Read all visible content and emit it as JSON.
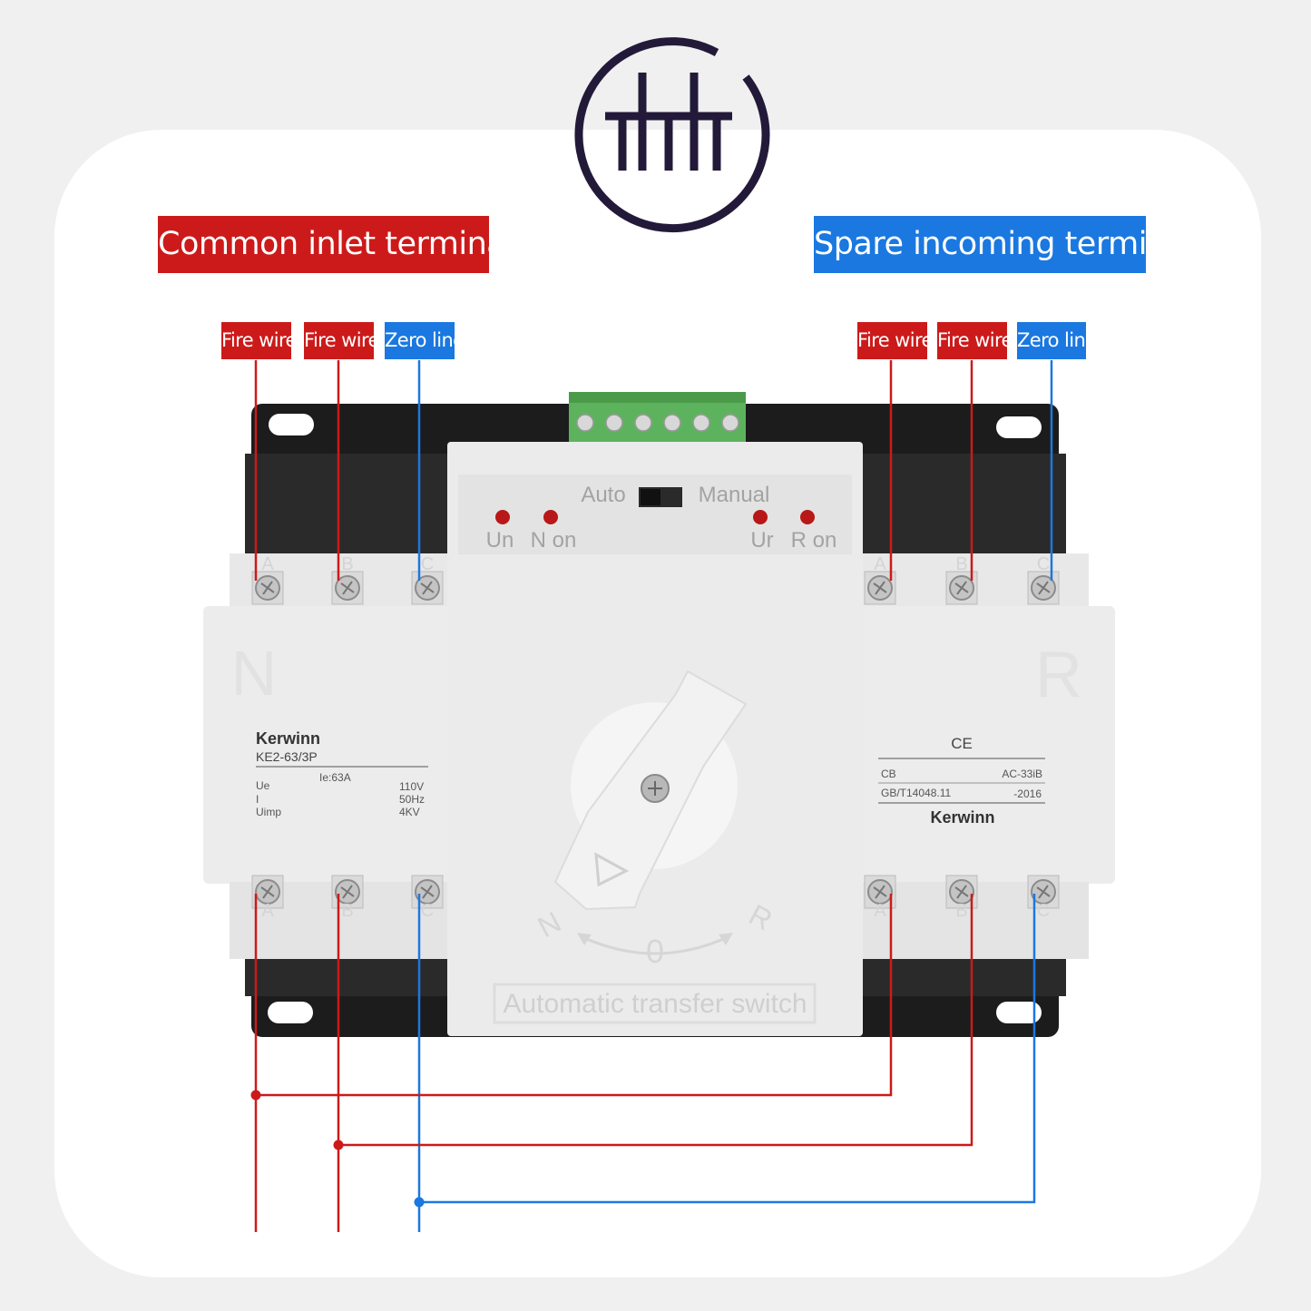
{
  "headers": {
    "common_inlet": "Common inlet terminals",
    "spare_incoming": "Spare incoming terminal"
  },
  "wire_labels": {
    "left": [
      "Fire wire",
      "Fire wire",
      "Zero line"
    ],
    "right": [
      "Fire wire",
      "Fire wire",
      "Zero line"
    ]
  },
  "panel": {
    "auto_label": "Auto",
    "manual_label": "Manual",
    "indicators": [
      "Un",
      "N on",
      "Ur",
      "R on"
    ],
    "side_n": "N",
    "side_r": "R",
    "terminal_letters": [
      "A",
      "B",
      "C"
    ],
    "dial_n": "N",
    "dial_zero": "0",
    "dial_r": "R",
    "caption": "Automatic transfer switch"
  },
  "left_label": {
    "brand": "Kerwinn",
    "model": "KE2-63/3P",
    "rated_current": "Ie:63A",
    "rows": [
      {
        "key": "Ue",
        "value": "110V"
      },
      {
        "key": "I",
        "value": "50Hz"
      },
      {
        "key": "Uimp",
        "value": "4KV"
      }
    ]
  },
  "right_label": {
    "mark": "CE",
    "class_left": "CB",
    "class_right": "AC-33iB",
    "standard_left": "GB/T14048.11",
    "standard_right": "-2016",
    "brand": "Kerwinn"
  },
  "colors": {
    "fire": "#cc1a1a",
    "zero": "#1a78e0",
    "logo": "#231a3a",
    "terminal_block": "#5db35d"
  }
}
